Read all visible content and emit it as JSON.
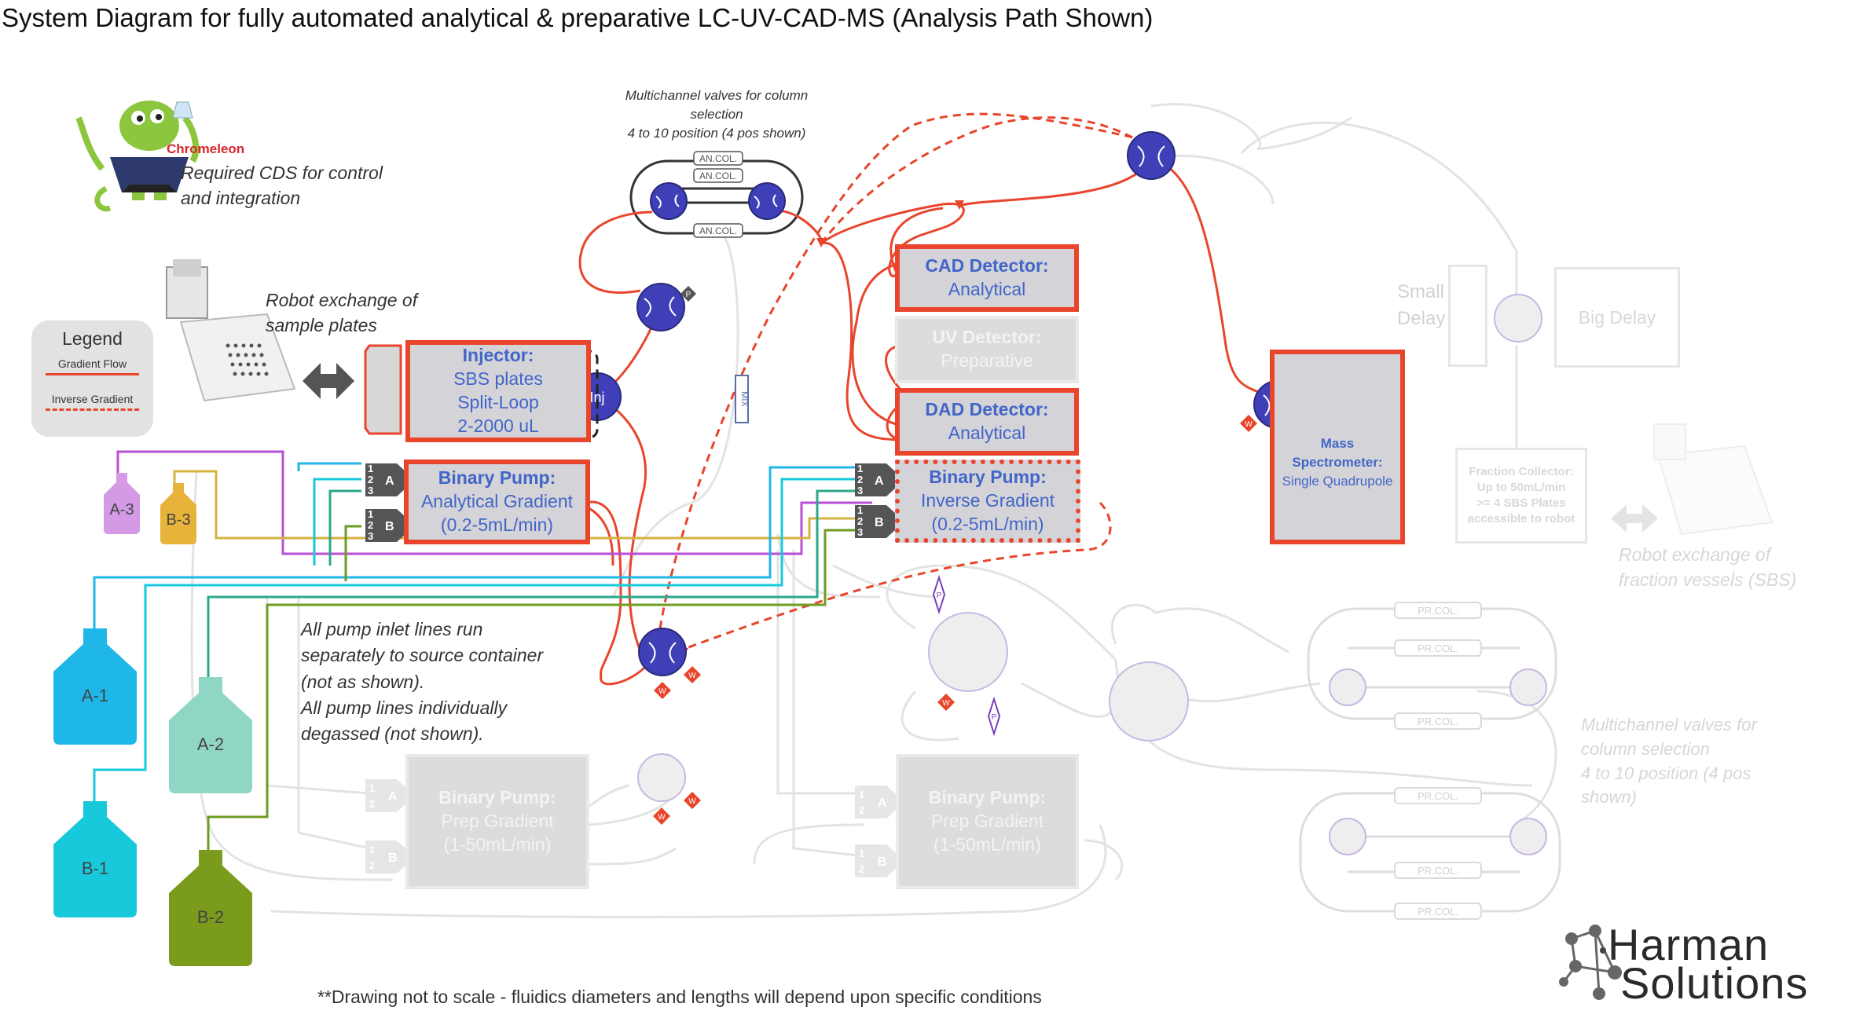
{
  "title": "System Diagram for fully automated analytical & preparative LC-UV-CAD-MS (Analysis Path Shown)",
  "chromeleon": {
    "brand": "Chromeleon",
    "note_line1": "Required CDS for control",
    "note_line2": "and integration"
  },
  "robot_note": {
    "line1": "Robot exchange of",
    "line2": "sample plates"
  },
  "legend": {
    "title": "Legend",
    "gradient": "Gradient Flow",
    "inverse": "Inverse Gradient"
  },
  "mcv_top": {
    "line1": "Multichannel valves for column",
    "line2": "selection",
    "line3": "4 to 10 position (4 pos shown)",
    "column_label": "AN.COL."
  },
  "mcv_right": {
    "line1": "Multichannel valves for",
    "line2": "column selection",
    "line3": "4 to 10 position (4 pos",
    "line4": "shown)",
    "column_label": "PR.COL."
  },
  "injector": {
    "title": "Injector:",
    "line1": "SBS plates",
    "line2": "Split-Loop",
    "line3": "2-2000 uL",
    "valve_label": "Inj"
  },
  "pump_analytical": {
    "title": "Binary Pump:",
    "line1": "Analytical Gradient",
    "line2": "(0.2-5mL/min)"
  },
  "pump_inverse": {
    "title": "Binary Pump:",
    "line1": "Inverse Gradient",
    "line2": "(0.2-5mL/min)"
  },
  "pump_prep_1": {
    "title": "Binary Pump:",
    "line1": "Prep Gradient",
    "line2": "(1-50mL/min)"
  },
  "pump_prep_2": {
    "title": "Binary Pump:",
    "line1": "Prep Gradient",
    "line2": "(1-50mL/min)"
  },
  "cad": {
    "title": "CAD Detector:",
    "line1": "Analytical"
  },
  "uv": {
    "title": "UV Detector:",
    "line1": "Preparative"
  },
  "dad": {
    "title": "DAD Detector:",
    "line1": "Analytical"
  },
  "ms": {
    "title": "Mass",
    "line1": "Spectrometer:",
    "line2": "Single Quadrupole"
  },
  "small_delay": {
    "line1": "Small",
    "line2": "Delay"
  },
  "big_delay": "Big Delay",
  "fraction": {
    "title": "Fraction Collector:",
    "line1": "Up to 50mL/min",
    "line2": ">= 4 SBS Plates",
    "line3": "accessible to robot"
  },
  "robot_fraction": {
    "line1": "Robot exchange of",
    "line2": "fraction vessels (SBS)"
  },
  "pump_note": {
    "line1": "All pump inlet lines run",
    "line2": "separately to source container",
    "line3": "(not as shown).",
    "line4": "All pump lines individually",
    "line5": "degassed (not shown)."
  },
  "mix_label": "MIX",
  "p_label": "P",
  "w_label": "W",
  "port_labels": {
    "n1": "1",
    "n2": "2",
    "n3": "3",
    "a": "A",
    "b": "B"
  },
  "bottles": {
    "a1": "A-1",
    "a2": "A-2",
    "a3": "A-3",
    "b1": "B-1",
    "b2": "B-2",
    "b3": "B-3"
  },
  "footnote": "**Drawing not to scale - fluidics diameters and lengths will depend upon specific conditions",
  "logo": {
    "line1": "Harman",
    "line2": "Solutions"
  },
  "colors": {
    "active_border": "#e8452c",
    "active_text": "#4266c8",
    "valve_active": "#3f3fb8",
    "valve_inactive": "#eeeeee",
    "a1": "#1fb6e8",
    "b1": "#18c9dc",
    "a2": "#8fd6c4",
    "b2": "#7a9b1c",
    "a3": "#d49ae6",
    "b3": "#e7b33a"
  }
}
